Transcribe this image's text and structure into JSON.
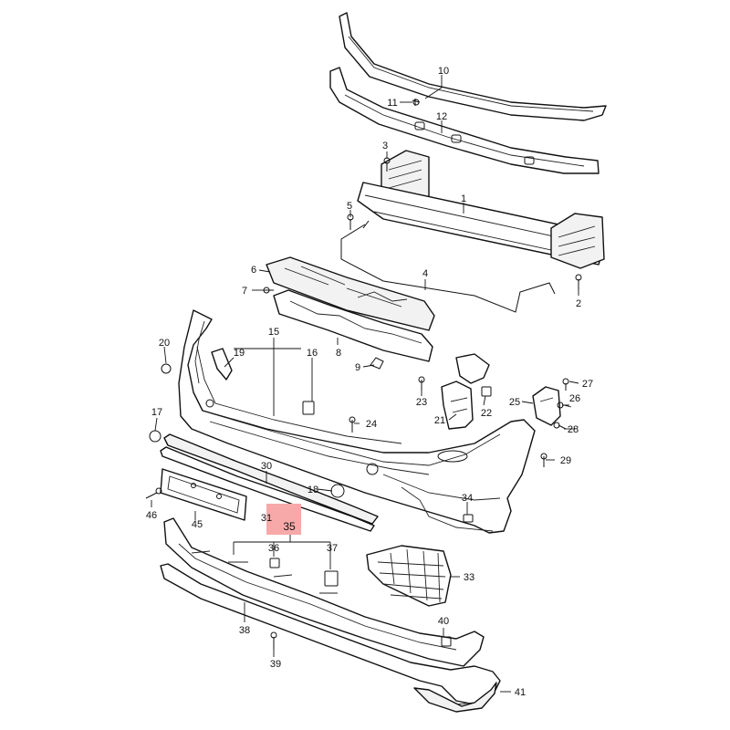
{
  "highlight_color": "#f7a9a9",
  "line_color": "#111111",
  "callouts": {
    "c1": "1",
    "c2": "2",
    "c3": "3",
    "c4": "4",
    "c5": "5",
    "c6": "6",
    "c7": "7",
    "c8": "8",
    "c9": "9",
    "c10": "10",
    "c11": "11",
    "c12": "12",
    "c15": "15",
    "c16": "16",
    "c17": "17",
    "c18": "18",
    "c19": "19",
    "c20": "20",
    "c21": "21",
    "c22": "22",
    "c23": "23",
    "c24": "24",
    "c25": "25",
    "c26": "26",
    "c27": "27",
    "c28": "28",
    "c29": "29",
    "c30": "30",
    "c31": "31",
    "c33": "33",
    "c34": "34",
    "c35": "35",
    "c36": "36",
    "c37": "37",
    "c38": "38",
    "c39": "39",
    "c40": "40",
    "c41": "41",
    "c45": "45",
    "c46": "46"
  }
}
